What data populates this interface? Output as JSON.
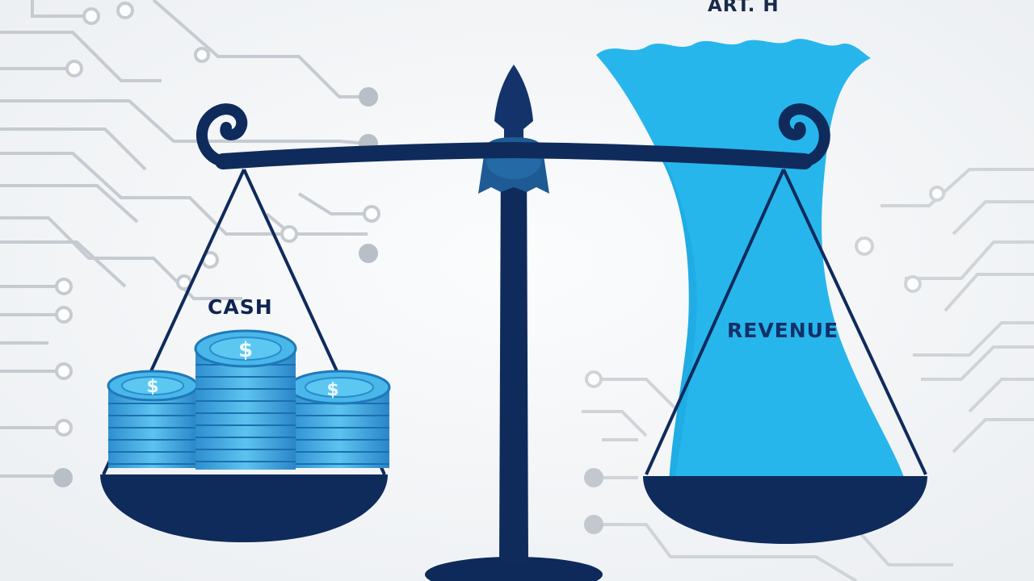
{
  "labels": {
    "top": "ART. H",
    "cash": "CASH",
    "revenue": "REVENUE"
  },
  "colors": {
    "navy": "#0f2b5c",
    "sky_blue": "#27b6ec",
    "coin_blue": "#49b7ea",
    "background": "#f1f3f5",
    "circuit_gray": "#c5cbd1"
  },
  "icons": [
    "balance-scale",
    "dollar-coin-stack",
    "circuit-pattern"
  ]
}
